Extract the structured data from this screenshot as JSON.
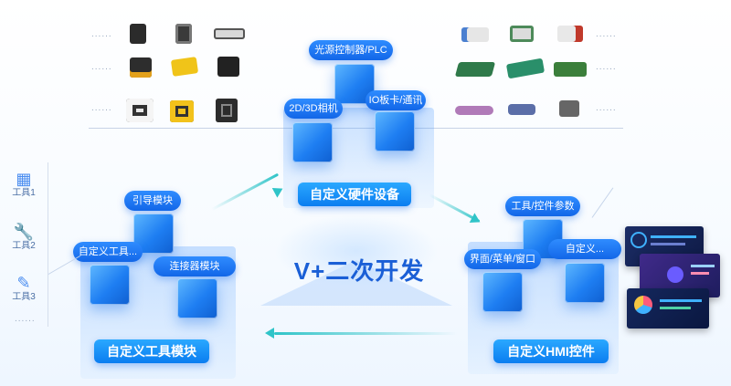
{
  "center": {
    "title": "V+二次开发"
  },
  "hardware": {
    "label": "自定义硬件设备",
    "nodes": [
      "光源控制器/PLC",
      "2D/3D相机",
      "IO板卡/通讯"
    ]
  },
  "tool_module": {
    "label": "自定义工具模块",
    "nodes": [
      "引导模块",
      "自定义工具...",
      "连接器模块"
    ]
  },
  "hmi": {
    "label": "自定义HMI控件",
    "nodes": [
      "工具/控件参数",
      "界面/菜单/窗口",
      "自定义..."
    ]
  },
  "tools_sidebar": {
    "items": [
      {
        "icon": "grid-apps-icon",
        "label": "工具1"
      },
      {
        "icon": "wrench-icon",
        "label": "工具2"
      },
      {
        "icon": "pencil-circle-icon",
        "label": "工具3"
      }
    ],
    "more": "......"
  },
  "device_rows": {
    "dots": "......"
  },
  "colors": {
    "accent": "#1367e8",
    "arrow": "#2fc4c8"
  }
}
